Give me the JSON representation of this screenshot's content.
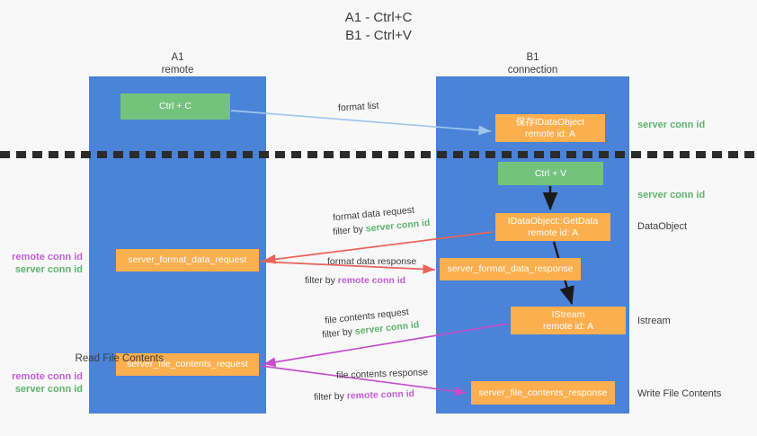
{
  "title": "A1 - Ctrl+C\nB1 - Ctrl+V",
  "lanes": [
    {
      "id": "A1",
      "header": "A1\nremote"
    },
    {
      "id": "B1",
      "header": "B1\nconnection"
    }
  ],
  "nodes": [
    {
      "name": "ctrl-c",
      "label": "Ctrl + C",
      "color": "#74c37c"
    },
    {
      "name": "save-idataobject",
      "label": "保存IDataObject\nremote id: A",
      "color": "#fcaf4e"
    },
    {
      "name": "ctrl-v",
      "label": "Ctrl + V",
      "color": "#74c37c"
    },
    {
      "name": "idataobject-getdata",
      "label": "IDataObject::GetData\nremote id: A",
      "color": "#fcaf4e"
    },
    {
      "name": "server-format-data-request",
      "label": "server_format_data_request",
      "color": "#fcaf4e"
    },
    {
      "name": "server-format-data-response",
      "label": "server_format_data_response",
      "color": "#fcaf4e"
    },
    {
      "name": "istream",
      "label": "IStream\nremote id: A",
      "color": "#fcaf4e"
    },
    {
      "name": "server-file-contents-request",
      "label": "server_file_contents_request",
      "color": "#fcaf4e"
    },
    {
      "name": "server-file-contents-response",
      "label": "server_file_contents_response",
      "color": "#fcaf4e"
    }
  ],
  "edges": {
    "format_list": "format list",
    "format_data_request": "format data request",
    "format_data_request_filter_prefix": "filter by ",
    "format_data_request_filter_key": "server conn id",
    "format_data_response": "format data response",
    "format_data_response_filter_prefix": "filter by ",
    "format_data_response_filter_key": "remote conn id",
    "file_contents_request": "file contents request",
    "file_contents_request_filter_prefix": "filter by ",
    "file_contents_request_filter_key": "server conn id",
    "file_contents_response": "file contents response",
    "file_contents_response_filter_prefix": "filter by ",
    "file_contents_response_filter_key": "remote conn id"
  },
  "right_annotations": [
    {
      "name": "server-conn-id-top",
      "text": "server conn id"
    },
    {
      "name": "server-conn-id-second",
      "text": "server conn id"
    },
    {
      "name": "dataobject",
      "text": "DataObject"
    },
    {
      "name": "istream",
      "text": "Istream"
    },
    {
      "name": "write-file-contents",
      "text": "Write File Contents"
    }
  ],
  "left_annotations": {
    "remote_conn_id": "remote conn id",
    "server_conn_id": "server conn id",
    "read_file_contents": "Read File Contents"
  },
  "colors": {
    "lane": "#4a83d8",
    "green_node": "#74c37c",
    "orange_node": "#fcaf4e",
    "green_text": "#5fb46c",
    "magenta_text": "#c25fd6",
    "light_blue_arrow": "#9fc6ee",
    "red_arrow": "#e8645a",
    "magenta_arrow": "#c44ecb",
    "black_arrow": "#1a1a1a",
    "divider": "#2b2b2b",
    "background": "#f8f8f8"
  }
}
